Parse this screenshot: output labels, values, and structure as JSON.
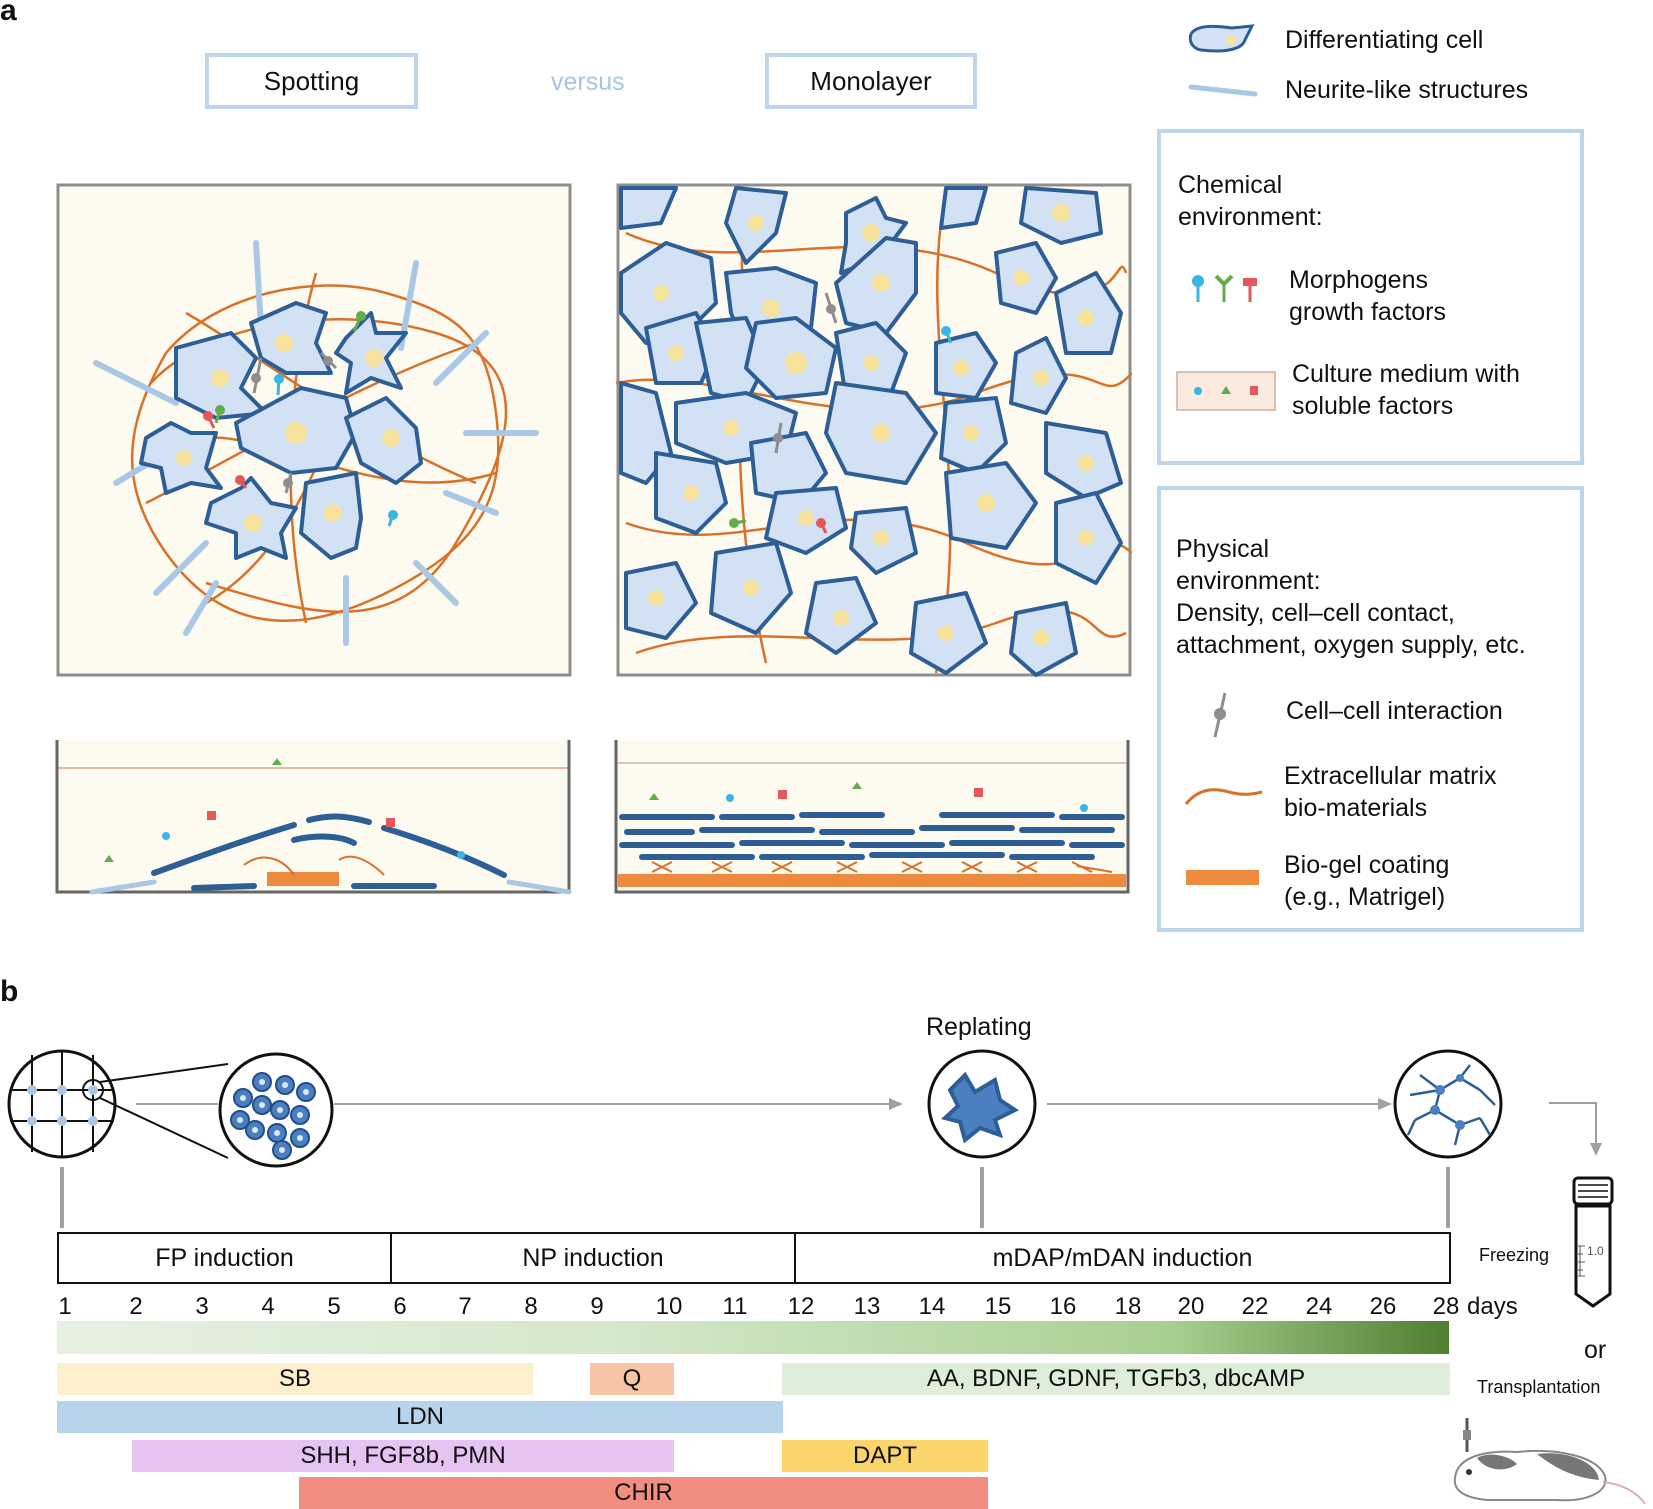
{
  "panel_a": {
    "letter": "a",
    "mode_left": "Spotting",
    "versus": "versus",
    "mode_right": "Monolayer",
    "legend": {
      "differentiating_cell": "Differentiating cell",
      "neurite": "Neurite-like structures"
    },
    "chemical": {
      "title_1": "Chemical",
      "title_2": "environment:",
      "morphogens_1": "Morphogens",
      "morphogens_2": "growth factors",
      "medium_1": "Culture medium with",
      "medium_2": "soluble factors"
    },
    "physical": {
      "title_1": "Physical",
      "title_2": "environment:",
      "line_3": "Density, cell–cell contact,",
      "line_4": "attachment, oxygen supply, etc.",
      "interaction": "Cell–cell interaction",
      "ecm_1": "Extracellular matrix",
      "ecm_2": "bio-materials",
      "gel_1": "Bio-gel coating",
      "gel_2": "(e.g., Matrigel)"
    },
    "colors": {
      "cell_fill": "#d3e1f5",
      "cell_outline": "#2d5f96",
      "nucleus": "#f7e39c",
      "neurite": "#a9c8e6",
      "ecm": "#d9712a",
      "gel": "#ec8a3f",
      "box_border": "#bcd5ea",
      "well_bg": "#fdfaf0"
    }
  },
  "panel_b": {
    "letter": "b",
    "replating": "Replating",
    "phases": [
      "FP induction",
      "NP induction",
      "mDAP/mDAN induction"
    ],
    "days": [
      "1",
      "2",
      "3",
      "4",
      "5",
      "6",
      "7",
      "8",
      "9",
      "10",
      "11",
      "12",
      "13",
      "14",
      "15",
      "16",
      "18",
      "20",
      "22",
      "24",
      "26",
      "28"
    ],
    "days_unit": "days",
    "bars": {
      "sb": "SB",
      "q": "Q",
      "late_factors": "AA, BDNF, GDNF, TGFb3, dbcAMP",
      "ldn": "LDN",
      "shh": "SHH, FGF8b, PMN",
      "dapt": "DAPT",
      "chir": "CHIR"
    },
    "freezing": "Freezing",
    "tube_label": "1.0",
    "or": "or",
    "transplantation": "Transplantation",
    "colors": {
      "sb": "#fdefcd",
      "q": "#f6c5a6",
      "late_factors": "#deeedb",
      "ldn": "#b8d3ec",
      "shh": "#e6c3f2",
      "dapt": "#fad66a",
      "chir": "#f28e7f",
      "gradient_start": "#e3efdf",
      "gradient_end": "#4f7f31"
    }
  }
}
